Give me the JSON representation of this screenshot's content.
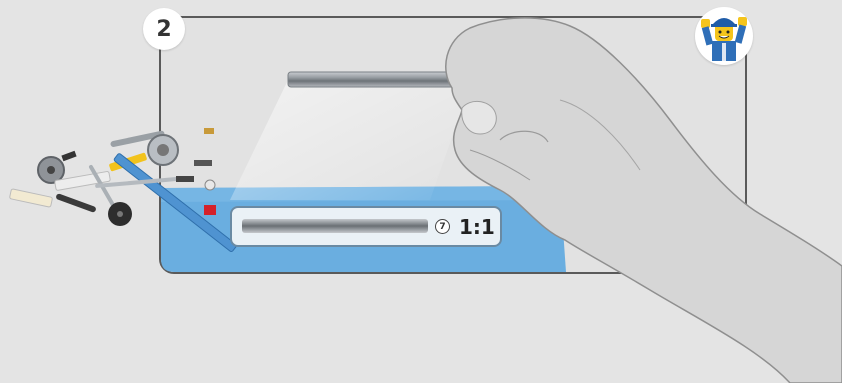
{
  "step": {
    "number": "2"
  },
  "scale_card": {
    "rod_length": "7",
    "scale_label": "1:1"
  },
  "icons": {
    "avatar": "minifigure-builder-icon",
    "hand": "hand-holding-rod-icon",
    "parts": "loose-parts-pile-icon"
  },
  "colors": {
    "background": "#e4e4e4",
    "frame_stroke": "#5a5a5a",
    "build_surface": "#6aaee0",
    "scale_card_bg": "#eaf1f6",
    "rod_gray": "#8e9398"
  }
}
